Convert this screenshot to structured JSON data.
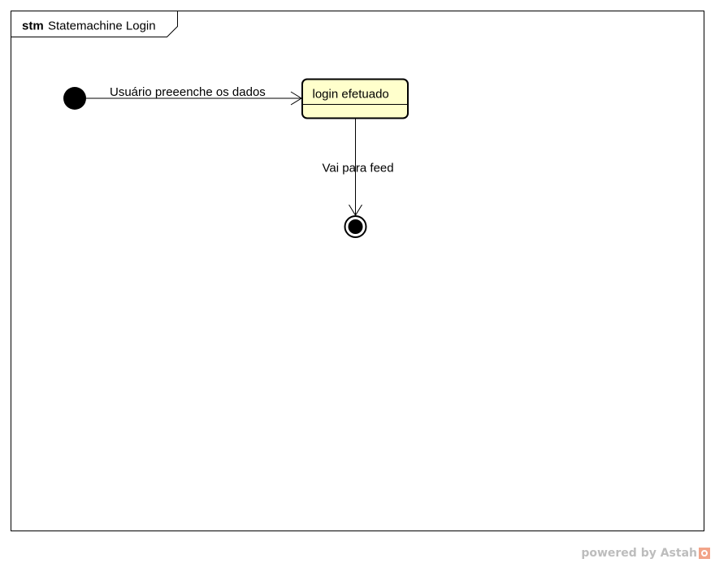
{
  "frame": {
    "keyword": "stm",
    "name": "Statemachine Login"
  },
  "states": [
    {
      "id": "login",
      "label": "login efetuado",
      "fill": "#ffffcc"
    }
  ],
  "pseudostates": {
    "initial": "initial",
    "final": "final"
  },
  "transitions": [
    {
      "from": "initial",
      "to": "login",
      "label": "Usuário preeenche os dados"
    },
    {
      "from": "login",
      "to": "final",
      "label": "Vai para feed"
    }
  ],
  "watermark": {
    "text": "powered by Astah",
    "color": "#bdbdbd",
    "logo_color": "#f2a489"
  }
}
